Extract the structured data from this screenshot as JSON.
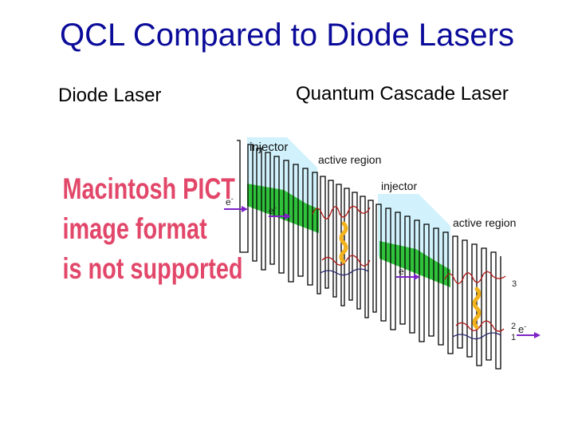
{
  "slide": {
    "title": "QCL Compared to Diode Lasers"
  },
  "columns": {
    "diode_heading": "Diode Laser",
    "qcl_heading": "Quantum Cascade Laser"
  },
  "placeholder": {
    "lines": [
      "Macintosh PICT",
      "image format",
      "is not supported"
    ],
    "color": "#e2476a"
  },
  "diagram": {
    "injector_label_1": "injector",
    "active_label_1": "active region",
    "injector_label_2": "injector",
    "active_label_2": "active region",
    "electron_label": "e",
    "electron_sup": "-",
    "level_3": "3",
    "level_2": "2",
    "level_1": "1",
    "colors": {
      "injector_fill": "#c9f0fb",
      "miniband_fill": "#2fc23a",
      "wavefunction": "#b01818",
      "ground_state": "#23236e",
      "photon": "#f1b21d",
      "electron_arrow": "#7e22c8"
    }
  }
}
